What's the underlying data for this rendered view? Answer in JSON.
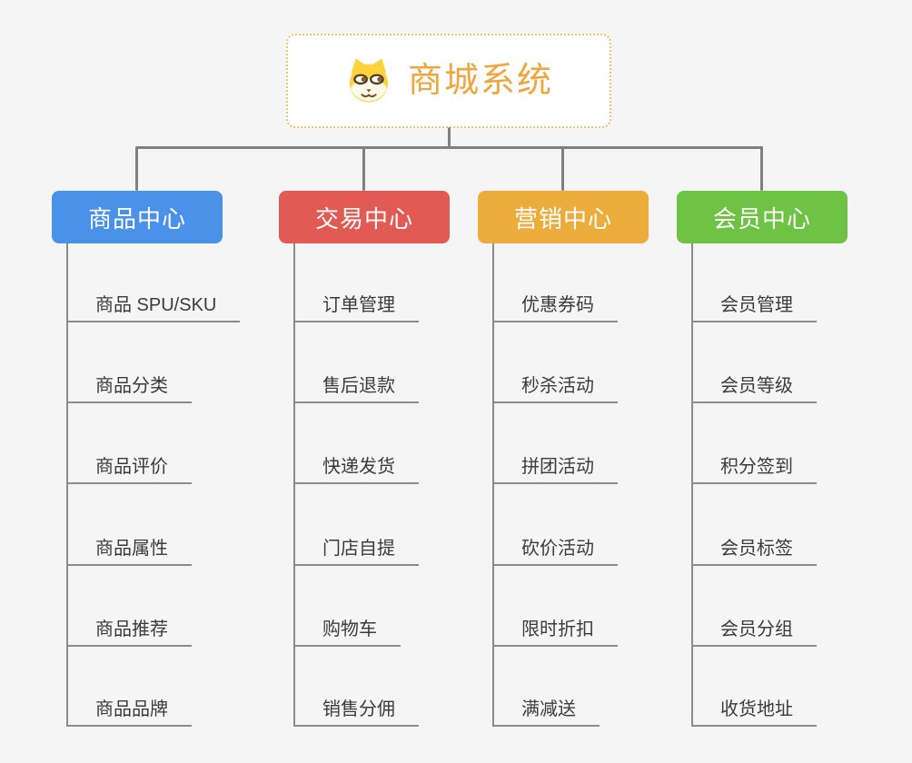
{
  "root": {
    "title": "商城系统",
    "icon": "dog-face-icon"
  },
  "colors": {
    "root_accent": "#f0a63c",
    "root_border": "#f0c264",
    "connector": "#808080",
    "leaf_line": "#8c8c8c",
    "leaf_text": "#3b3b3b",
    "branch_text": "#ffffff"
  },
  "branches": [
    {
      "label": "商品中心",
      "color": "#4a91e9",
      "children": [
        "商品 SPU/SKU",
        "商品分类",
        "商品评价",
        "商品属性",
        "商品推荐",
        "商品品牌"
      ]
    },
    {
      "label": "交易中心",
      "color": "#e15a54",
      "children": [
        "订单管理",
        "售后退款",
        "快递发货",
        "门店自提",
        "购物车",
        "销售分佣"
      ]
    },
    {
      "label": "营销中心",
      "color": "#edad3d",
      "children": [
        "优惠券码",
        "秒杀活动",
        "拼团活动",
        "砍价活动",
        "限时折扣",
        "满减送"
      ]
    },
    {
      "label": "会员中心",
      "color": "#6fc344",
      "children": [
        "会员管理",
        "会员等级",
        "积分签到",
        "会员标签",
        "会员分组",
        "收货地址"
      ]
    }
  ]
}
